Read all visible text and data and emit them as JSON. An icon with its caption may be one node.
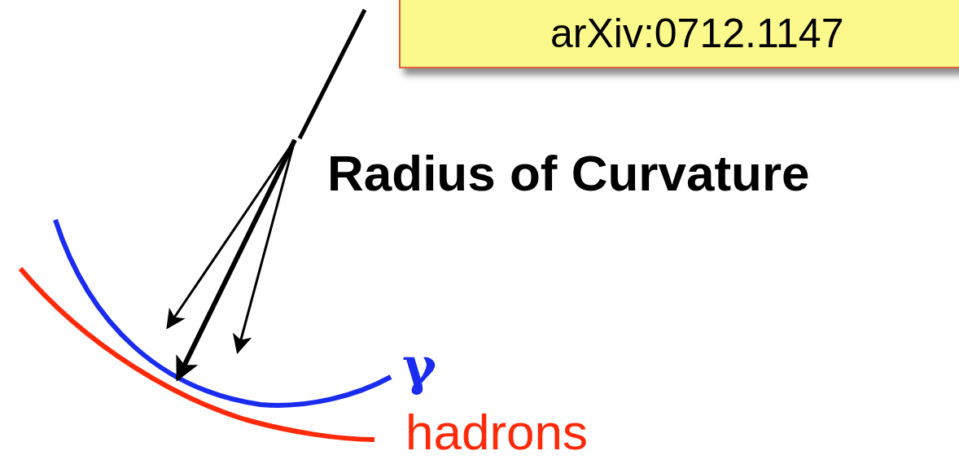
{
  "diagram": {
    "title": "Radius of Curvature",
    "nodes": [
      {
        "text": [
          "arXiv:0712.1147"
        ]
      }
    ],
    "labels": [
      "γ",
      "hadrons"
    ]
  }
}
